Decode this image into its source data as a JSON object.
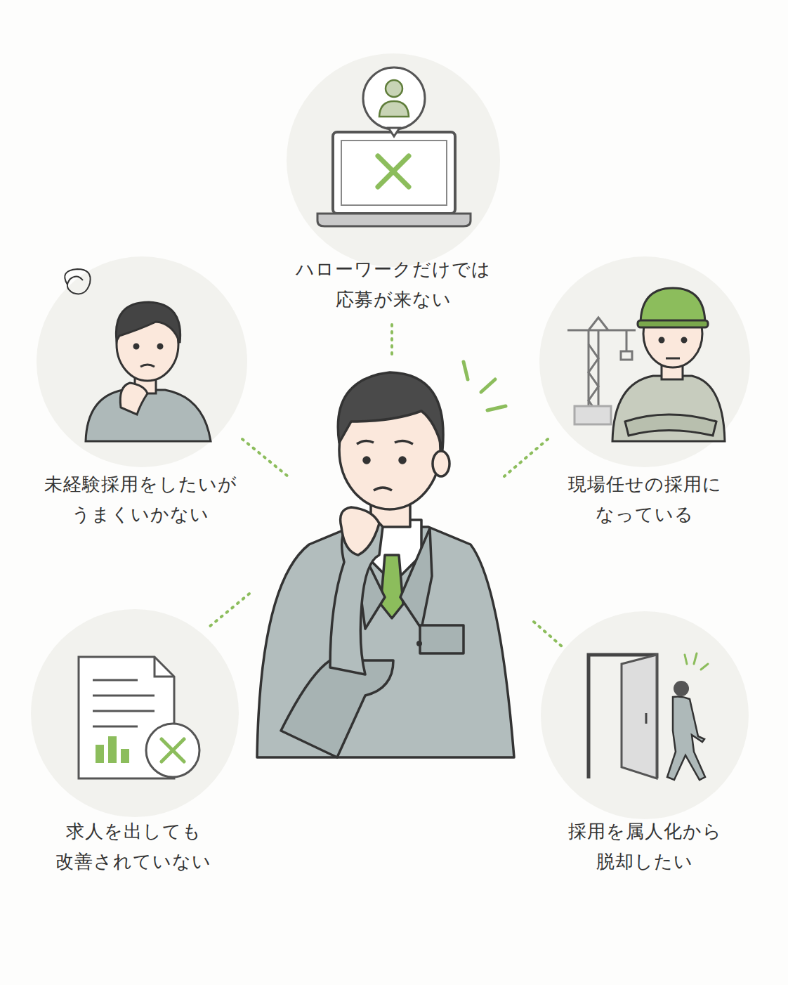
{
  "diagram": {
    "nodes": [
      {
        "text": [
          "ハローワークだけでは 応募が来ない"
        ]
      },
      {
        "text": [
          "未経験採用をしたいが うまくいかない"
        ]
      },
      {
        "text": [
          "現場任せの採用に なっている"
        ]
      },
      {
        "text": [
          "求人を出しても 改善されていない"
        ]
      },
      {
        "text": [
          "採用を属人化から 脱却したい"
        ]
      }
    ]
  }
}
